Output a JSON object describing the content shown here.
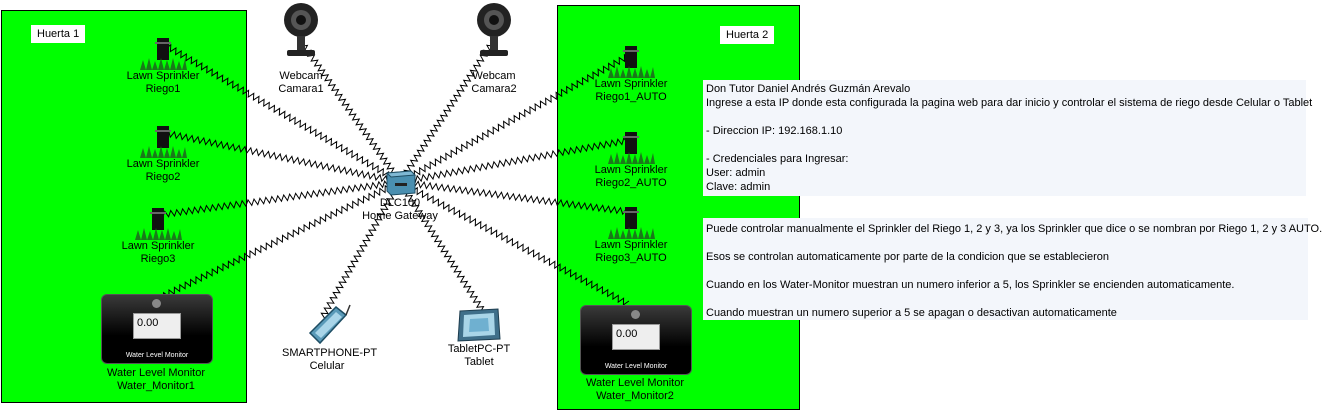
{
  "zones": {
    "huerta1": {
      "label": "Huerta 1"
    },
    "huerta2": {
      "label": "Huerta 2"
    }
  },
  "devices": {
    "riego1": {
      "type": "Lawn Sprinkler",
      "name": "Riego1"
    },
    "riego2": {
      "type": "Lawn Sprinkler",
      "name": "Riego2"
    },
    "riego3": {
      "type": "Lawn Sprinkler",
      "name": "Riego3"
    },
    "riego1_auto": {
      "type": "Lawn Sprinkler",
      "name": "Riego1_AUTO"
    },
    "riego2_auto": {
      "type": "Lawn Sprinkler",
      "name": "Riego2_AUTO"
    },
    "riego3_auto": {
      "type": "Lawn Sprinkler",
      "name": "Riego3_AUTO"
    },
    "camara1": {
      "type": "Webcam",
      "name": "Camara1"
    },
    "camara2": {
      "type": "Webcam",
      "name": "Camara2"
    },
    "gateway": {
      "type": "DLC100",
      "name": "Home Gateway"
    },
    "celular": {
      "type": "SMARTPHONE-PT",
      "name": "Celular"
    },
    "tablet": {
      "type": "TabletPC-PT",
      "name": "Tablet"
    },
    "water_monitor1": {
      "type": "Water Level Monitor",
      "name": "Water_Monitor1",
      "reading": "0.00",
      "panel_title": "Water Level Monitor"
    },
    "water_monitor2": {
      "type": "Water Level Monitor",
      "name": "Water_Monitor2",
      "reading": "0.00",
      "panel_title": "Water Level Monitor"
    }
  },
  "notes": {
    "credentials": {
      "line1": "Don Tutor Daniel Andrés Guzmán Arevalo",
      "line2": "Ingrese a esta IP donde esta configurada la pagina web para dar inicio y controlar el sistema de riego desde Celular o Tablet",
      "line3": "- Direccion IP: 192.168.1.10",
      "line4": "- Credenciales para Ingresar:",
      "line5": "User: admin",
      "line6": "Clave: admin"
    },
    "instructions": {
      "line1": "Puede controlar manualmente el Sprinkler del Riego 1, 2 y 3, ya los Sprinkler que dice o se nombran por Riego 1, 2 y 3 AUTO.",
      "line2": "Esos se controlan automaticamente por parte de la condicion que se establecieron",
      "line3": "Cuando en los Water-Monitor muestran un numero inferior a 5, los Sprinkler se encienden automaticamente.",
      "line4": "Cuando muestran un numero superior a 5 se apagan o desactivan automaticamente"
    }
  },
  "colors": {
    "zone": "#00ff00",
    "note_bg": "#f3f6fb"
  }
}
